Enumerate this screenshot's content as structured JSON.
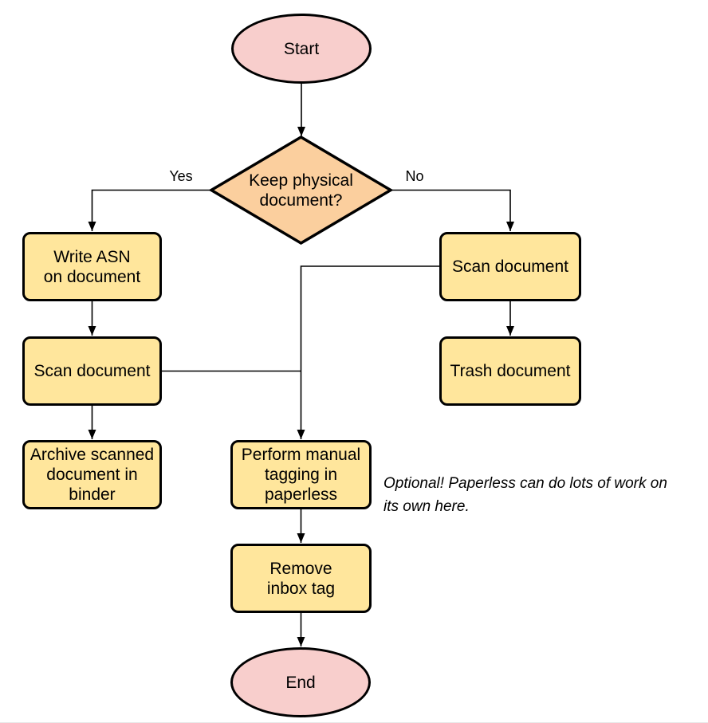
{
  "page": {
    "background": "#ffffff",
    "bottom_rule_color": "#e8e8e8"
  },
  "colors": {
    "terminal_fill": "#f8cecc",
    "decision_fill": "#fbcf9e",
    "process_fill": "#ffe69c",
    "stroke": "#000000"
  },
  "flowchart": {
    "nodes": {
      "start": {
        "type": "terminal",
        "lines": [
          "Start"
        ]
      },
      "decision": {
        "type": "decision",
        "lines": [
          "Keep physical",
          "document?"
        ]
      },
      "write_asn": {
        "type": "process",
        "lines": [
          "Write ASN",
          "on document"
        ]
      },
      "scan_left": {
        "type": "process",
        "lines": [
          "Scan document"
        ]
      },
      "archive": {
        "type": "process",
        "lines": [
          "Archive scanned",
          "document in",
          "binder"
        ]
      },
      "scan_right": {
        "type": "process",
        "lines": [
          "Scan document"
        ]
      },
      "trash": {
        "type": "process",
        "lines": [
          "Trash document"
        ]
      },
      "tagging": {
        "type": "process",
        "lines": [
          "Perform manual",
          "tagging in",
          "paperless"
        ]
      },
      "remove_inbox": {
        "type": "process",
        "lines": [
          "Remove",
          "inbox tag"
        ]
      },
      "end": {
        "type": "terminal",
        "lines": [
          "End"
        ]
      }
    },
    "edge_labels": {
      "yes": "Yes",
      "no": "No"
    },
    "edges": [
      {
        "from": "start",
        "to": "decision"
      },
      {
        "from": "decision",
        "to": "write_asn",
        "label": "Yes"
      },
      {
        "from": "decision",
        "to": "scan_right",
        "label": "No"
      },
      {
        "from": "write_asn",
        "to": "scan_left"
      },
      {
        "from": "scan_left",
        "to": "archive"
      },
      {
        "from": "scan_left",
        "to": "tagging"
      },
      {
        "from": "scan_right",
        "to": "trash"
      },
      {
        "from": "scan_right",
        "to": "tagging"
      },
      {
        "from": "tagging",
        "to": "remove_inbox"
      },
      {
        "from": "remove_inbox",
        "to": "end"
      }
    ],
    "note_lines": [
      "Optional! Paperless can do lots of work on",
      "its own here."
    ]
  }
}
